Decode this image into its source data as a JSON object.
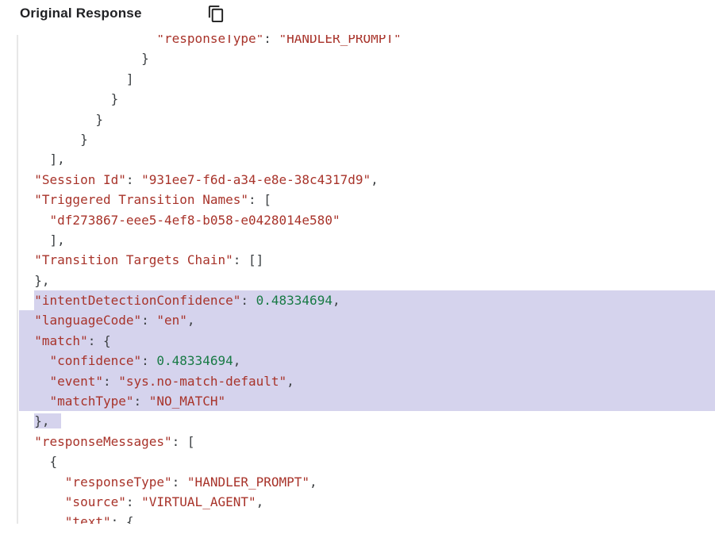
{
  "header": {
    "title": "Original Response",
    "copy_icon": "content-copy-icon"
  },
  "colors": {
    "key": "#a8332a",
    "string": "#a8332a",
    "number": "#187a45",
    "punctuation": "#3c4043",
    "selection_highlight": "#d5d3ed",
    "panel_border": "#e7e7e7",
    "title_text": "#202124"
  },
  "code": {
    "language": "json",
    "selection": {
      "from_line": 14,
      "to_line": 20
    },
    "lines": [
      {
        "indent": 18,
        "hl": "none",
        "tokens": [
          [
            "k",
            "\"responseType\""
          ],
          [
            "p",
            ": "
          ],
          [
            "s",
            "\"HANDLER_PROMPT\""
          ]
        ]
      },
      {
        "indent": 16,
        "hl": "none",
        "tokens": [
          [
            "p",
            "}"
          ]
        ]
      },
      {
        "indent": 14,
        "hl": "none",
        "tokens": [
          [
            "p",
            "]"
          ]
        ]
      },
      {
        "indent": 12,
        "hl": "none",
        "tokens": [
          [
            "p",
            "}"
          ]
        ]
      },
      {
        "indent": 10,
        "hl": "none",
        "tokens": [
          [
            "p",
            "}"
          ]
        ]
      },
      {
        "indent": 8,
        "hl": "none",
        "tokens": [
          [
            "p",
            "}"
          ]
        ]
      },
      {
        "indent": 4,
        "hl": "none",
        "tokens": [
          [
            "p",
            "],"
          ]
        ]
      },
      {
        "indent": 2,
        "hl": "none",
        "tokens": [
          [
            "k",
            "\"Session Id\""
          ],
          [
            "p",
            ": "
          ],
          [
            "s",
            "\"931ee7-f6d-a34-e8e-38c4317d9\""
          ],
          [
            "p",
            ","
          ]
        ]
      },
      {
        "indent": 2,
        "hl": "none",
        "tokens": [
          [
            "k",
            "\"Triggered Transition Names\""
          ],
          [
            "p",
            ": ["
          ]
        ]
      },
      {
        "indent": 4,
        "hl": "none",
        "tokens": [
          [
            "s",
            "\"df273867-eee5-4ef8-b058-e0428014e580\""
          ]
        ]
      },
      {
        "indent": 4,
        "hl": "none",
        "tokens": [
          [
            "p",
            "],"
          ]
        ]
      },
      {
        "indent": 2,
        "hl": "none",
        "tokens": [
          [
            "k",
            "\"Transition Targets Chain\""
          ],
          [
            "p",
            ": []"
          ]
        ]
      },
      {
        "indent": 2,
        "hl": "none",
        "tokens": [
          [
            "p",
            "},"
          ]
        ]
      },
      {
        "indent": 2,
        "hl": "start",
        "tokens": [
          [
            "k",
            "\"intentDetectionConfidence\""
          ],
          [
            "p",
            ": "
          ],
          [
            "n",
            "0.48334694"
          ],
          [
            "p",
            ","
          ]
        ]
      },
      {
        "indent": 2,
        "hl": "full",
        "tokens": [
          [
            "k",
            "\"languageCode\""
          ],
          [
            "p",
            ": "
          ],
          [
            "s",
            "\"en\""
          ],
          [
            "p",
            ","
          ]
        ]
      },
      {
        "indent": 2,
        "hl": "full",
        "tokens": [
          [
            "k",
            "\"match\""
          ],
          [
            "p",
            ": {"
          ]
        ]
      },
      {
        "indent": 4,
        "hl": "full",
        "tokens": [
          [
            "k",
            "\"confidence\""
          ],
          [
            "p",
            ": "
          ],
          [
            "n",
            "0.48334694"
          ],
          [
            "p",
            ","
          ]
        ]
      },
      {
        "indent": 4,
        "hl": "full",
        "tokens": [
          [
            "k",
            "\"event\""
          ],
          [
            "p",
            ": "
          ],
          [
            "s",
            "\"sys.no-match-default\""
          ],
          [
            "p",
            ","
          ]
        ]
      },
      {
        "indent": 4,
        "hl": "full",
        "tokens": [
          [
            "k",
            "\"matchType\""
          ],
          [
            "p",
            ": "
          ],
          [
            "s",
            "\"NO_MATCH\""
          ]
        ]
      },
      {
        "indent": 2,
        "hl": "end",
        "tokens": [
          [
            "p",
            "},"
          ]
        ]
      },
      {
        "indent": 2,
        "hl": "none",
        "tokens": [
          [
            "k",
            "\"responseMessages\""
          ],
          [
            "p",
            ": ["
          ]
        ]
      },
      {
        "indent": 4,
        "hl": "none",
        "tokens": [
          [
            "p",
            "{"
          ]
        ]
      },
      {
        "indent": 6,
        "hl": "none",
        "tokens": [
          [
            "k",
            "\"responseType\""
          ],
          [
            "p",
            ": "
          ],
          [
            "s",
            "\"HANDLER_PROMPT\""
          ],
          [
            "p",
            ","
          ]
        ]
      },
      {
        "indent": 6,
        "hl": "none",
        "tokens": [
          [
            "k",
            "\"source\""
          ],
          [
            "p",
            ": "
          ],
          [
            "s",
            "\"VIRTUAL_AGENT\""
          ],
          [
            "p",
            ","
          ]
        ]
      },
      {
        "indent": 6,
        "hl": "none",
        "tokens": [
          [
            "k",
            "\"text\""
          ],
          [
            "p",
            ": {"
          ]
        ]
      }
    ]
  }
}
